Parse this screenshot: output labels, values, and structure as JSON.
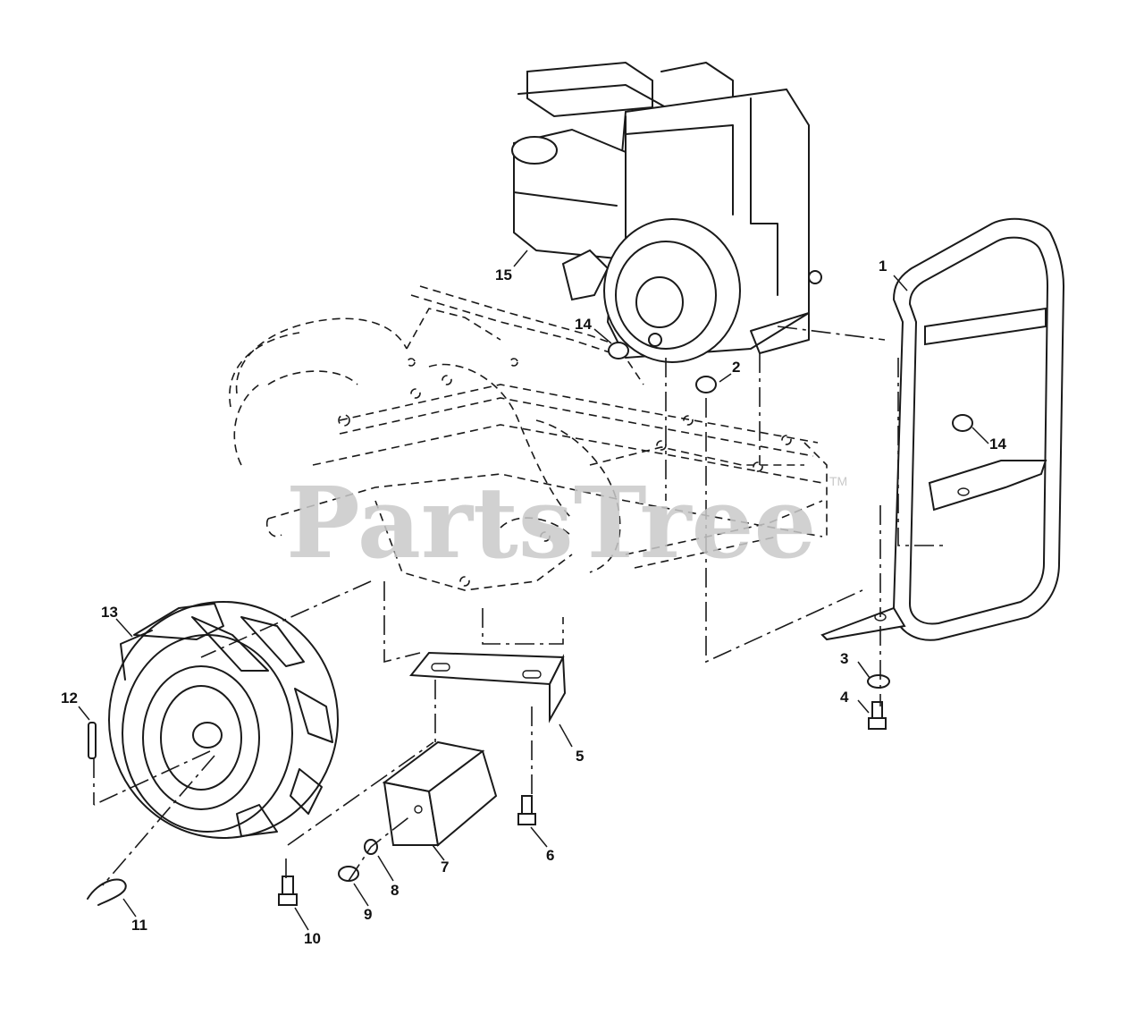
{
  "watermark": {
    "text": "PartsTree",
    "trademark": "TM"
  },
  "callouts": [
    {
      "id": "c1",
      "label": "1"
    },
    {
      "id": "c2",
      "label": "2"
    },
    {
      "id": "c3",
      "label": "3"
    },
    {
      "id": "c4",
      "label": "4"
    },
    {
      "id": "c5",
      "label": "5"
    },
    {
      "id": "c6",
      "label": "6"
    },
    {
      "id": "c7",
      "label": "7"
    },
    {
      "id": "c8",
      "label": "8"
    },
    {
      "id": "c9",
      "label": "9"
    },
    {
      "id": "c10",
      "label": "10"
    },
    {
      "id": "c11",
      "label": "11"
    },
    {
      "id": "c12",
      "label": "12"
    },
    {
      "id": "c13",
      "label": "13"
    },
    {
      "id": "c14a",
      "label": "14"
    },
    {
      "id": "c14b",
      "label": "14"
    },
    {
      "id": "c15",
      "label": "15"
    }
  ]
}
